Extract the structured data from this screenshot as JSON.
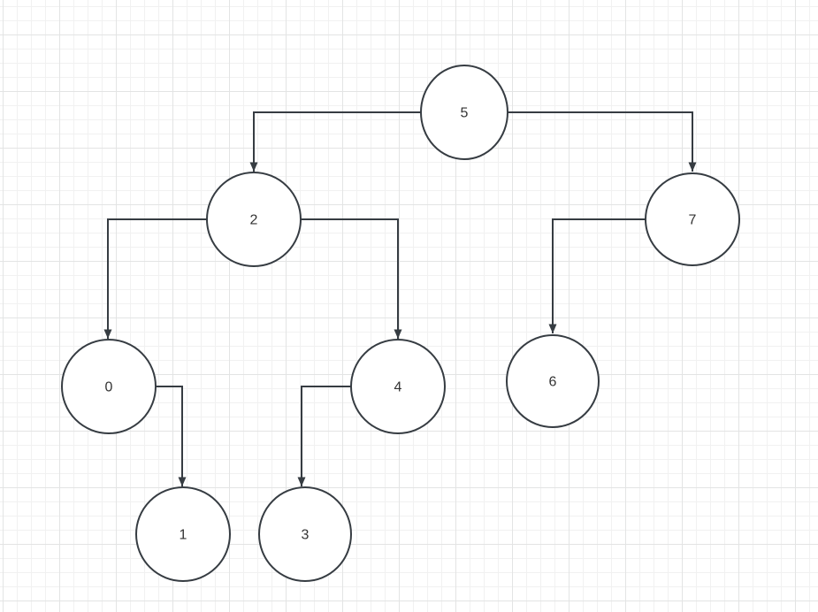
{
  "canvas": {
    "background_color": "#ffffff",
    "grid_minor_color": "#f1f1f1",
    "grid_major_color": "#e3e4e4",
    "stroke_color": "#363c42",
    "node_fill_color": "#ffffff",
    "label_color": "#333333"
  },
  "diagram": {
    "type": "binary-tree",
    "nodes": [
      {
        "id": "5",
        "label": "5",
        "role": "root"
      },
      {
        "id": "2",
        "label": "2",
        "role": "left-child-of-5"
      },
      {
        "id": "7",
        "label": "7",
        "role": "right-child-of-5"
      },
      {
        "id": "0",
        "label": "0",
        "role": "left-child-of-2"
      },
      {
        "id": "4",
        "label": "4",
        "role": "right-child-of-2"
      },
      {
        "id": "6",
        "label": "6",
        "role": "left-child-of-7"
      },
      {
        "id": "1",
        "label": "1",
        "role": "right-child-of-0"
      },
      {
        "id": "3",
        "label": "3",
        "role": "left-child-of-4"
      }
    ],
    "edges": [
      {
        "from": "5",
        "to": "2"
      },
      {
        "from": "5",
        "to": "7"
      },
      {
        "from": "2",
        "to": "0"
      },
      {
        "from": "2",
        "to": "4"
      },
      {
        "from": "7",
        "to": "6"
      },
      {
        "from": "0",
        "to": "1"
      },
      {
        "from": "4",
        "to": "3"
      }
    ]
  }
}
